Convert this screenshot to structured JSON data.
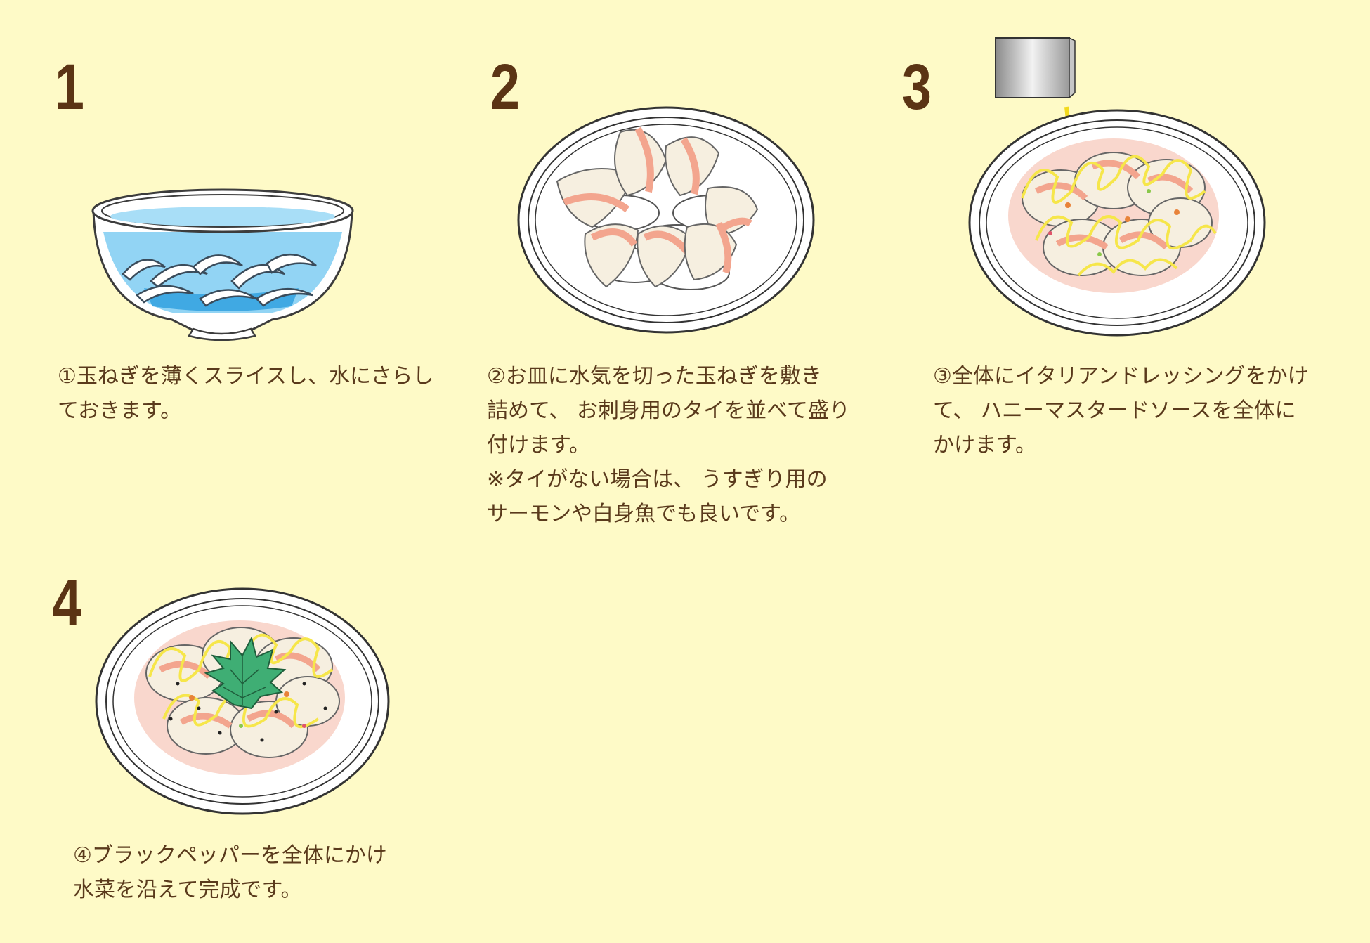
{
  "steps": [
    {
      "number": "1",
      "lines": [
        "①玉ねぎを薄くスライスし、水にさらし",
        "ておきます。"
      ]
    },
    {
      "number": "2",
      "lines": [
        "②お皿に水気を切った玉ねぎを敷き",
        "詰めて、 お刺身用のタイを並べて盛り",
        "付けます。",
        "※タイがない場合は、 うすぎり用の",
        "サーモンや白身魚でも良いです。"
      ]
    },
    {
      "number": "3",
      "lines": [
        "③全体にイタリアンドレッシングをかけ",
        "て、 ハニーマスタードソースを全体に",
        "かけます。"
      ]
    },
    {
      "number": "4",
      "lines": [
        "④ブラックペッパーを全体にかけ",
        "水菜を沿えて完成です。"
      ]
    }
  ],
  "colors": {
    "background": "#fefac7",
    "text": "#5a3a1c",
    "water": "#5fb8ea",
    "fish": "#f6efe0",
    "fish_skin": "#f3a58e",
    "sauce": "#f6e64a",
    "leaf": "#3fae74"
  }
}
